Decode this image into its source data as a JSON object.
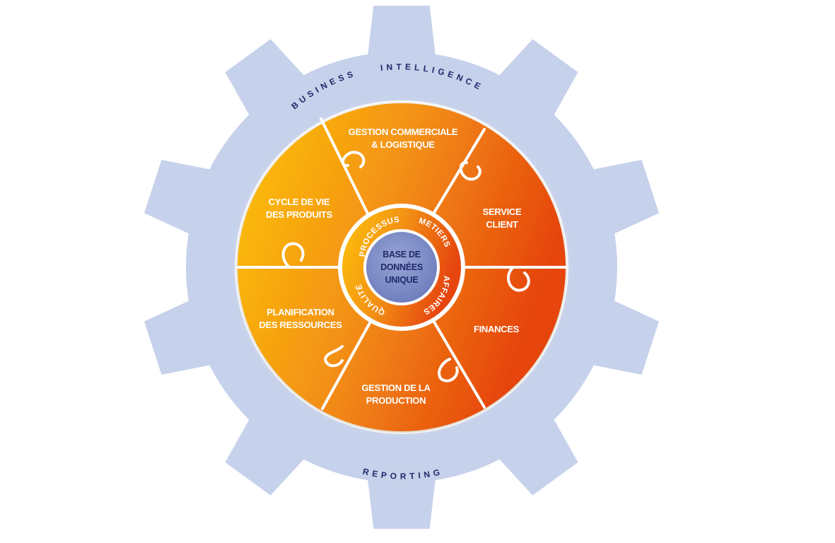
{
  "gear_labels": {
    "top_left": "BUSINESS",
    "top_right": "INTELLIGENCE",
    "bottom": "REPORTING"
  },
  "segments": [
    {
      "id": "gestion-commerciale",
      "lines": [
        "GESTION COMMERCIALE",
        "& LOGISTIQUE"
      ]
    },
    {
      "id": "service-client",
      "lines": [
        "SERVICE",
        "CLIENT"
      ]
    },
    {
      "id": "finances",
      "lines": [
        "FINANCES"
      ]
    },
    {
      "id": "gestion-production",
      "lines": [
        "GESTION DE LA",
        "PRODUCTION"
      ]
    },
    {
      "id": "planification",
      "lines": [
        "PLANIFICATION",
        "DES RESSOURCES"
      ]
    },
    {
      "id": "cycle-de-vie",
      "lines": [
        "CYCLE DE VIE",
        "DES PRODUITS"
      ]
    }
  ],
  "ring_words": {
    "processus": "PROCESSUS",
    "metiers": "METIERS",
    "affaires": "AFFAIRES",
    "qualite": "QUALITÉ"
  },
  "core": {
    "line1": "BASE DE",
    "line2": "DONNÉES",
    "line3": "UNIQUE"
  },
  "colors": {
    "gear": "#c6d1eb",
    "wheel_yellow": "#fdc40a",
    "wheel_orange": "#f39114",
    "wheel_red": "#e6450f",
    "core": "#7f8fc7",
    "core_text": "#1f2a6b",
    "separator": "#ffffff"
  }
}
